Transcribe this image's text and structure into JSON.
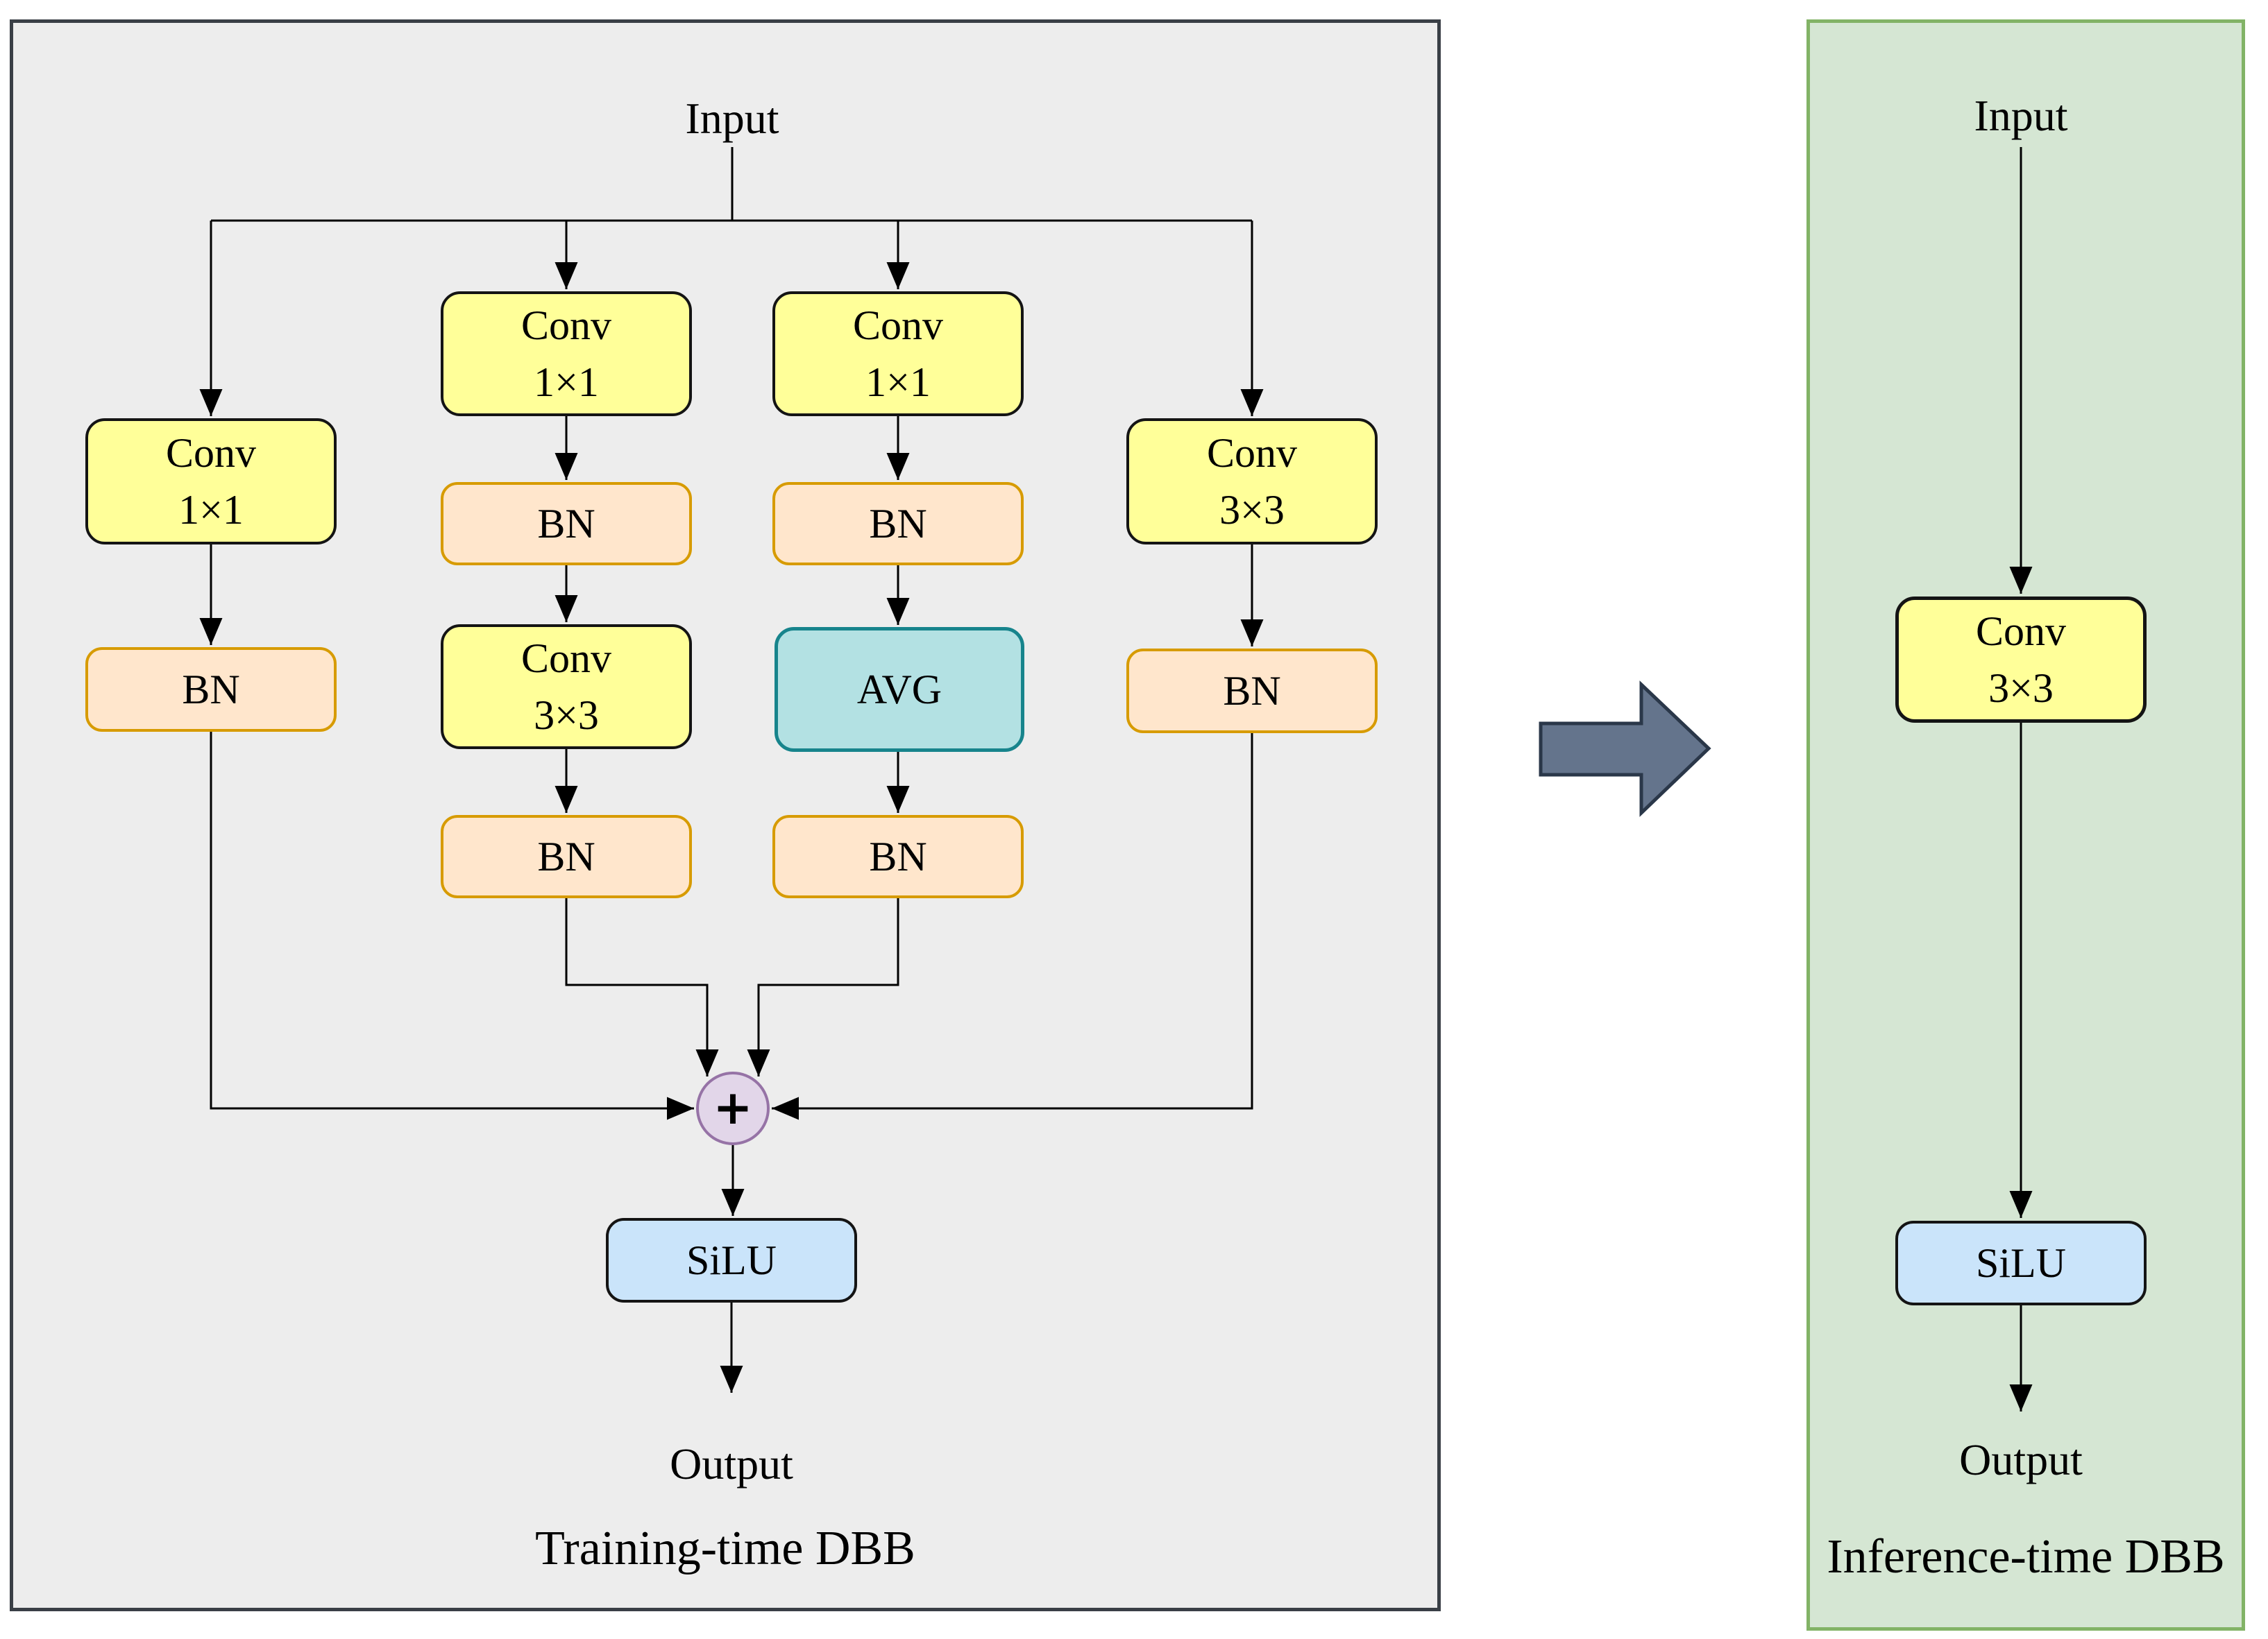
{
  "left_panel": {
    "caption": "Training-time DBB",
    "input_label": "Input",
    "output_label": "Output",
    "silu_label": "SiLU",
    "sum_symbol": "+",
    "branch1": {
      "conv": {
        "op": "Conv",
        "kernel": "1×1"
      },
      "bn": "BN"
    },
    "branch2": {
      "conv1": {
        "op": "Conv",
        "kernel": "1×1"
      },
      "bn1": "BN",
      "conv2": {
        "op": "Conv",
        "kernel": "3×3"
      },
      "bn2": "BN"
    },
    "branch3": {
      "conv1": {
        "op": "Conv",
        "kernel": "1×1"
      },
      "bn1": "BN",
      "avg": "AVG",
      "bn2": "BN"
    },
    "branch4": {
      "conv": {
        "op": "Conv",
        "kernel": "3×3"
      },
      "bn": "BN"
    }
  },
  "right_panel": {
    "caption": "Inference-time DBB",
    "input_label": "Input",
    "output_label": "Output",
    "conv": {
      "op": "Conv",
      "kernel": "3×3"
    },
    "silu_label": "SiLU"
  },
  "colors": {
    "conv_fill": "#FFFF99",
    "bn_fill": "#FFE6CC",
    "bn_border": "#D79B00",
    "avg_fill": "#B3E1E3",
    "avg_border": "#17848C",
    "silu_fill": "#CAE4FA",
    "sum_fill": "#E2D6E9",
    "sum_border": "#9673A6",
    "left_panel_fill": "#EDEDED",
    "right_panel_fill": "#D5E6D3",
    "right_panel_border": "#82B366",
    "transform_arrow_fill": "#64748C"
  }
}
